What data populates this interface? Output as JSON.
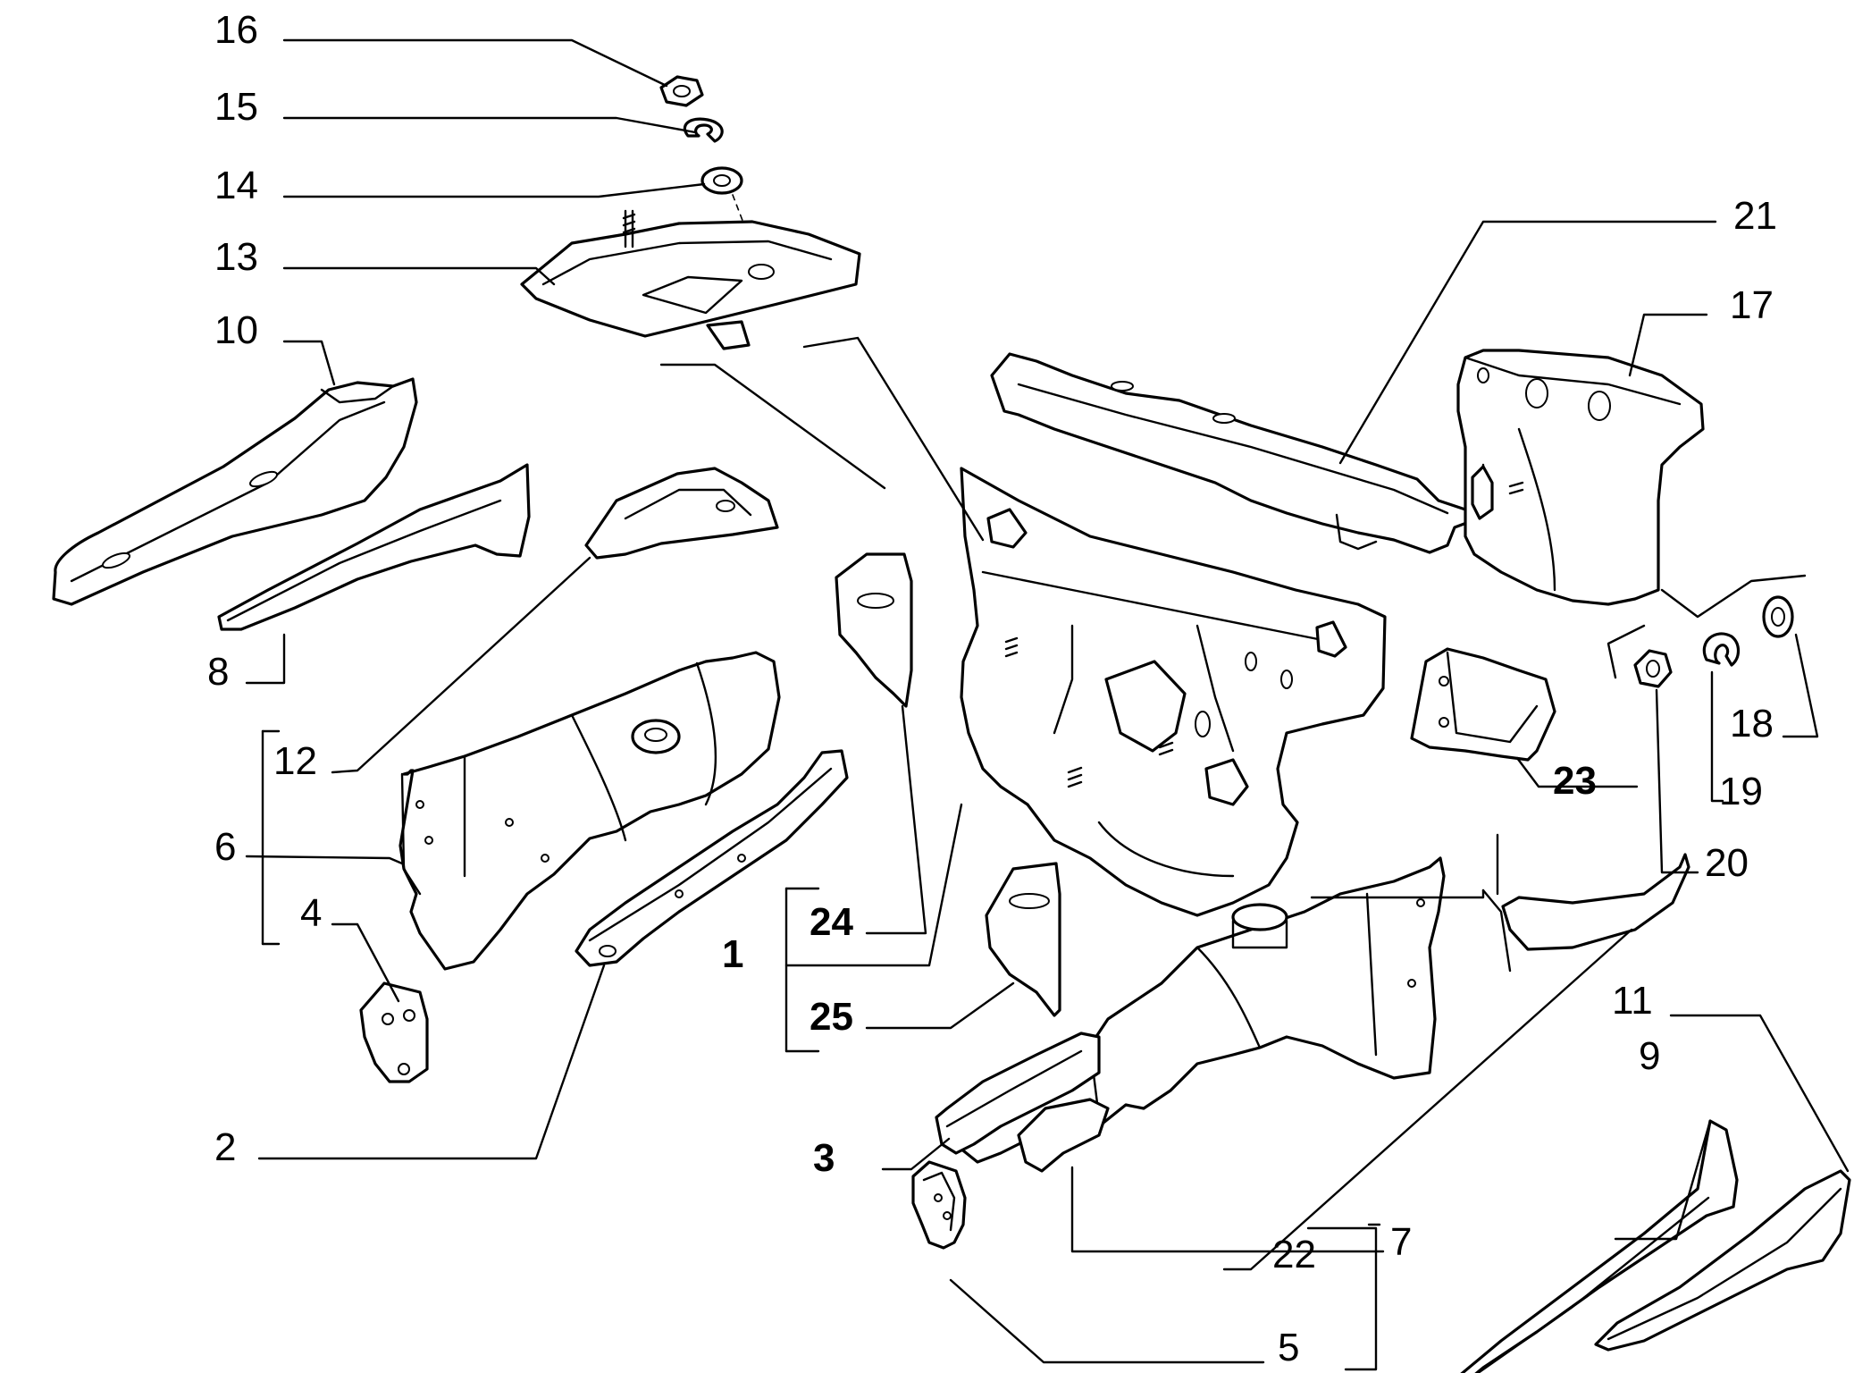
{
  "labels": {
    "n1": "1",
    "n2": "2",
    "n3": "3",
    "n4": "4",
    "n5": "5",
    "n6": "6",
    "n7": "7",
    "n8": "8",
    "n9": "9",
    "n10": "10",
    "n11": "11",
    "n12": "12",
    "n13": "13",
    "n14": "14",
    "n15": "15",
    "n16": "16",
    "n17": "17",
    "n18": "18",
    "n19": "19",
    "n20": "20",
    "n21": "21",
    "n22": "22",
    "n23": "23",
    "n24": "24",
    "n25": "25"
  },
  "colors": {
    "line": "#000000",
    "background": "#ffffff"
  }
}
